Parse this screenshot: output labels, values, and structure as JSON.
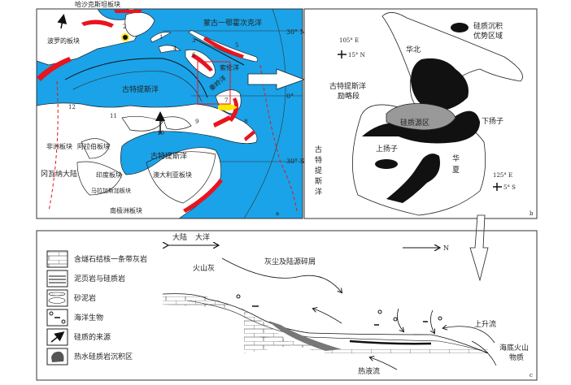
{
  "colors": {
    "ocean": "#1aa3e8",
    "ridge": "#e8141e",
    "yellow": "#ffe600",
    "source": "#999999",
    "deposit": "#111111"
  },
  "panel_a": {
    "label": "a",
    "plates": {
      "kazakhstan": "哈沙克斯坦板块",
      "baltica": "波罗的板块",
      "africa": "非洲板块",
      "arabia": "阿拉伯板块",
      "gondwana": "冈瓦纳大陆",
      "india": "印度板块",
      "madagascar": "马拉加斯加板块",
      "australia": "澳大利亚板块",
      "antarctica": "南极洲板块"
    },
    "oceans": {
      "mongol_okhotsk": "蒙古一鄂霍次克洋",
      "paleotethys_1": "古特提斯洋",
      "paleotethys_2": "古特提斯洋",
      "solon": "索伦洋",
      "qinling": "秦岭洋"
    },
    "latitudes": {
      "n30": "30° N",
      "eq": "0°",
      "s30": "30° S"
    },
    "block_numbers": [
      "1",
      "2",
      "3",
      "4",
      "5",
      "6",
      "7",
      "8",
      "9",
      "10",
      "11",
      "12"
    ]
  },
  "panel_b": {
    "label": "b",
    "legend": [
      "硅质沉积",
      "优势区域"
    ],
    "regions": {
      "north_china": "华北",
      "source": "硅质源区",
      "lower_yangtze": "下扬子",
      "upper_yangtze": "上扬子",
      "huaxia": [
        "华",
        "夏"
      ],
      "mianlue": [
        "古特提斯洋",
        "励略段"
      ],
      "tethys_vertical": [
        "古",
        "特",
        "提",
        "斯",
        "洋"
      ]
    },
    "coords": [
      {
        "lon": "105° E",
        "lat": "15° N"
      },
      {
        "lon": "125° E",
        "lat": "5° S"
      }
    ]
  },
  "panel_c": {
    "label": "c",
    "legend": [
      {
        "pattern": "limestone",
        "label": "含燧石结核一条带灰岩"
      },
      {
        "pattern": "shale",
        "label": "泥页岩与硅质岩"
      },
      {
        "pattern": "sandstone",
        "label": "砂泥岩"
      },
      {
        "pattern": "organisms",
        "label": "海洋生物"
      },
      {
        "pattern": "arrow",
        "label": "硅质的来源"
      },
      {
        "pattern": "blob",
        "label": "热水硅质岩沉积区"
      }
    ],
    "direction": {
      "left": "大陆",
      "right": "大洋",
      "north": "N"
    },
    "annotations": {
      "volcanic_ash": "火山灰",
      "dust": "灰尘及陆源碎屑",
      "upwelling": "上升流",
      "seafloor_volcanic": [
        "海底火山",
        "物质"
      ],
      "hydrothermal": "热液流"
    }
  }
}
